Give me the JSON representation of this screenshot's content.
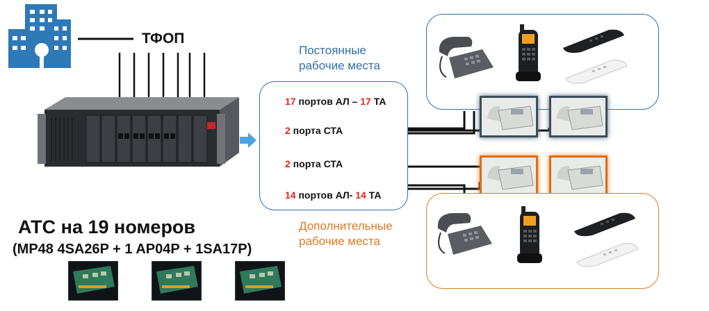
{
  "pstn_label": "ТФОП",
  "ports": [
    {
      "n1": "17",
      "mid": " портов АЛ – ",
      "n2": "17",
      "end": " ТА"
    },
    {
      "n1": "2",
      "mid": " порта СТА",
      "n2": "",
      "end": ""
    },
    {
      "n1": "2",
      "mid": " порта СТА",
      "n2": "",
      "end": ""
    },
    {
      "n1": "14",
      "mid": " портов АЛ- ",
      "n2": "14",
      "end": " ТА"
    }
  ],
  "permanent": {
    "line1": "Постоянные",
    "line2": "рабочие места"
  },
  "additional": {
    "line1": "Дополнительные",
    "line2": "рабочие места"
  },
  "pbx": {
    "title": "АТС на 19 номеров",
    "config": "(MP48 4SA26P + 1 AP04P + 1SA17P)"
  },
  "colors": {
    "blue": "#2f6fa6",
    "orange": "#e07a1f",
    "red": "#e8231b"
  },
  "icons": [
    "building-icon",
    "pbx-chassis-icon",
    "arrow-right-icon",
    "desk-phone-icon",
    "dect-phone-icon",
    "slim-phone-icon",
    "system-phone-icon",
    "circuit-board-icon"
  ]
}
